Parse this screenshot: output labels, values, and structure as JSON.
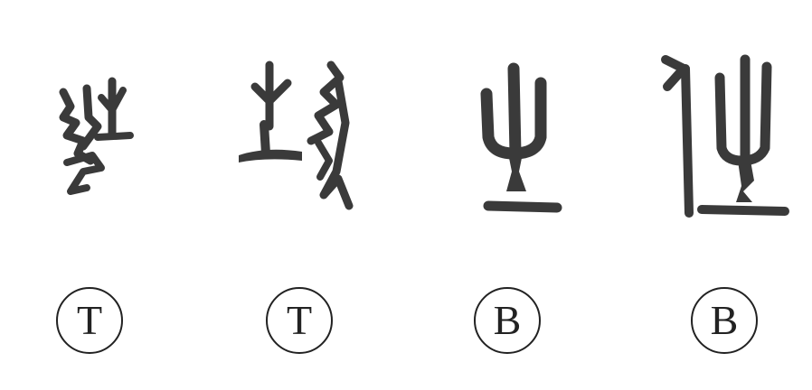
{
  "panels": [
    {
      "label": "T"
    },
    {
      "label": "T"
    },
    {
      "label": "B"
    },
    {
      "label": "B"
    }
  ],
  "colors": {
    "ink": "#3a3a3a",
    "background": "#ffffff"
  }
}
